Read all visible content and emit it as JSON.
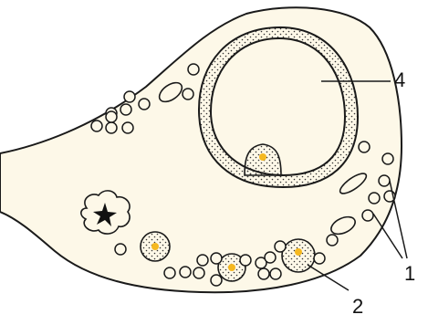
{
  "diagram": {
    "structures": [
      "ovary",
      "primordial-follicles",
      "growing-follicles",
      "mature-follicle",
      "corpus-luteum"
    ],
    "labels": {
      "label_1": "1",
      "label_2": "2",
      "label_4": "4"
    },
    "colors": {
      "tissue": "#fdf8e8",
      "outline": "#1a1a1a",
      "oocyte_nucleus": "#f5b820",
      "granulosa_dots": "#333333",
      "background": "#ffffff"
    }
  }
}
